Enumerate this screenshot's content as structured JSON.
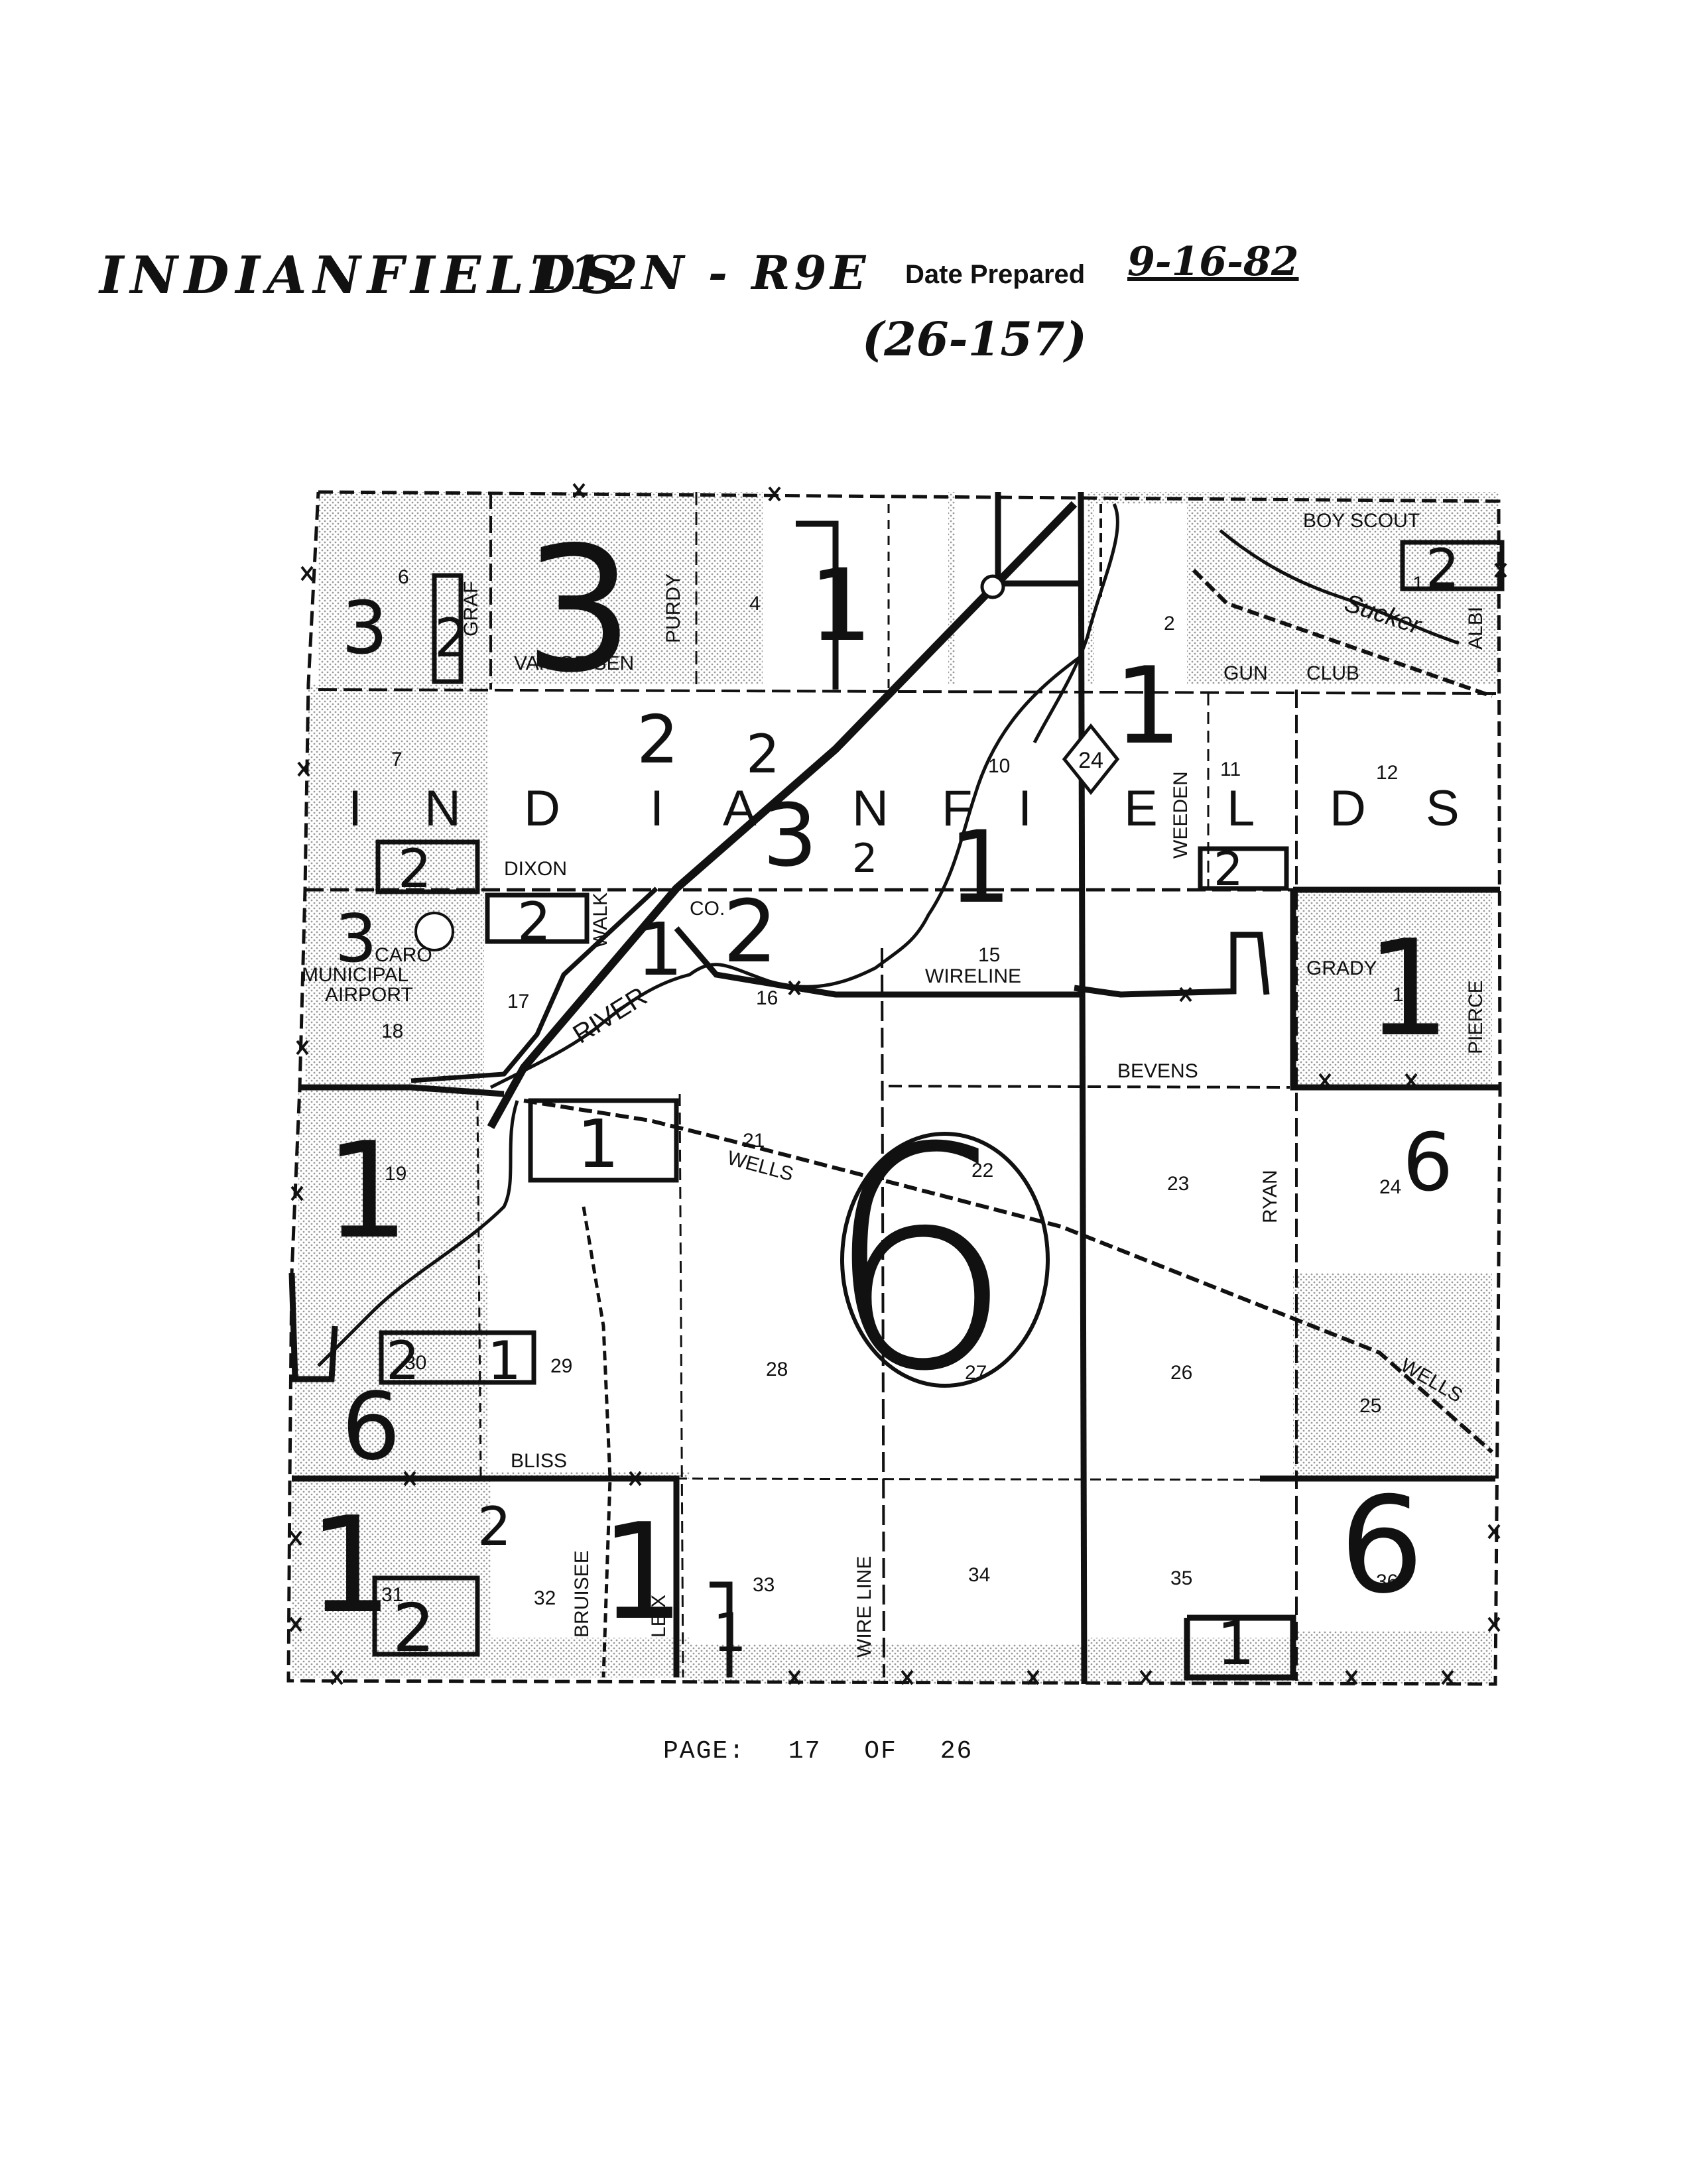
{
  "header": {
    "township_name": "INDIANFIELDS",
    "township_range": "T12N - R9E",
    "date_label": "Date Prepared",
    "date_value": "9-16-82",
    "map_code": "(26-157)"
  },
  "footer": {
    "page_label": "PAGE:",
    "page_number": "17",
    "of_label": "OF",
    "page_total": "26"
  },
  "map": {
    "town_letters": [
      "I",
      "N",
      "D",
      "I",
      "A",
      "N",
      "F",
      "I",
      "E",
      "L",
      "D",
      "S"
    ],
    "roads": {
      "graf": "GRAF",
      "van_geisen": "VAN GEISEN",
      "purdy": "PURDY",
      "dixon": "DIXON",
      "walk": "WALK",
      "co": "CO.",
      "boy_scout": "BOY SCOUT",
      "gun": "GUN",
      "club": "CLUB",
      "albi": "ALBI",
      "weeden": "WEEDEN",
      "grady": "GRADY",
      "pierce": "PIERCE",
      "bevens": "BEVENS",
      "wireline_15": "WIRELINE",
      "wells_21": "WELLS",
      "ryan": "RYAN",
      "wells_25": "WELLS",
      "bliss": "BLISS",
      "bruisee": "BRUISEE",
      "leix": "LEIX",
      "wire_line": "WIRE LINE",
      "river": "RIVER",
      "sucker": "Sucker",
      "route": "24"
    },
    "airport": {
      "line1": "CARO",
      "line2": "MUNICIPAL",
      "line3": "AIRPORT"
    },
    "sections": {
      "s1": "1",
      "s2": "2",
      "s4": "4",
      "s6": "6",
      "s7": "7",
      "s10": "10",
      "s11": "11",
      "s12": "12",
      "s13": "13",
      "s15": "15",
      "s16": "16",
      "s17": "17",
      "s18": "18",
      "s19": "19",
      "s21": "21",
      "s22": "22",
      "s23": "23",
      "s24": "24",
      "s25": "25",
      "s26": "26",
      "s27": "27",
      "s28": "28",
      "s29": "29",
      "s30": "30",
      "s31": "31",
      "s32": "32",
      "s33": "33",
      "s34": "34",
      "s35": "35",
      "s36": "36"
    },
    "zone_numbers": {
      "z3_nw": "3",
      "z2_graf": "2",
      "z3_big": "3",
      "z1_4": "1",
      "z2_ne": "2",
      "z2_8": "2",
      "z2_9": "2",
      "z3_mid": "3",
      "z2_mid": "2",
      "z1_10": "1",
      "z1_1": "1",
      "z2_dixon": "2",
      "z2_walk": "2",
      "z3_airport": "3",
      "z1_17": "1",
      "z2_16": "2",
      "z2_11": "2",
      "z1_grady": "1",
      "z1_19": "1",
      "z1_20": "1",
      "z6_big": "6",
      "z6_24": "6",
      "z2_30": "2",
      "z1_30": "1",
      "z6_30": "6",
      "z1_31": "1",
      "z2_31": "2",
      "z2_32": "2",
      "z1_32": "1",
      "z1_33": "1",
      "z1_35": "1",
      "z6_36": "6"
    }
  },
  "colors": {
    "ink": "#111111",
    "stipple": "#bdbdbd",
    "paper": "#ffffff"
  }
}
